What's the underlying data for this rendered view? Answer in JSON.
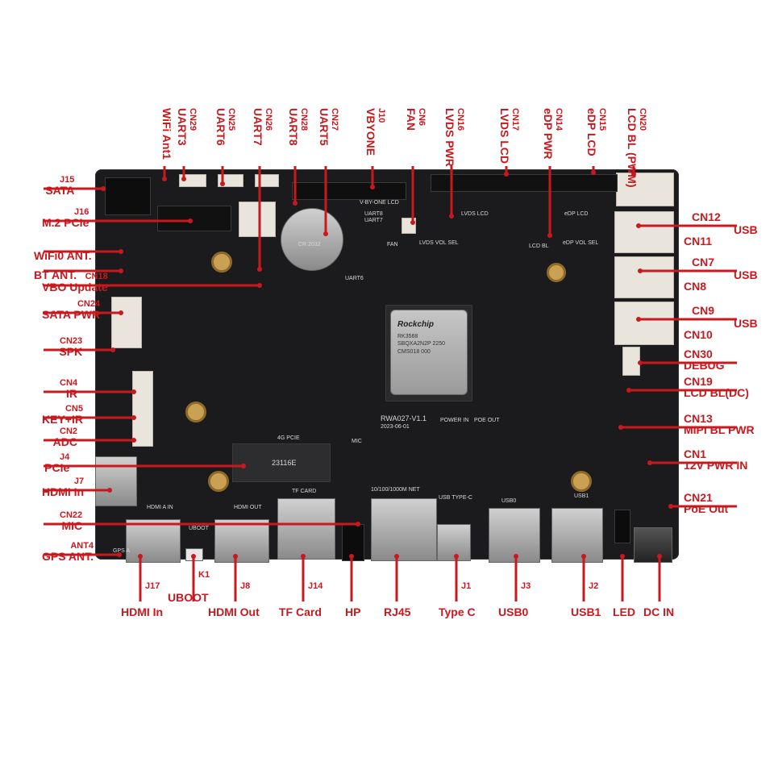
{
  "board": {
    "model": "RWA027-V1.1",
    "date": "2023-06-01",
    "soc_brand": "Rockchip",
    "soc_lines": [
      "RK3568",
      "SBQXA2N2P 2250",
      "CMS018 000"
    ],
    "silk": {
      "lvds_lcd": "LVDS LCD",
      "vbyone_lcd": "V-BY-ONE LCD",
      "lvds_vol_sel": "LVDS VOL SEL",
      "edp_lcd": "eDP LCD",
      "edp_vol_sel": "eDP VOL SEL",
      "lcd_bl": "LCD BL",
      "fan": "FAN",
      "uart8": "UART8",
      "uart7": "UART7",
      "uart6": "UART6",
      "power_in": "POWER IN",
      "poe_out": "POE OUT",
      "net": "10/100/1000M NET",
      "usb_type_c": "USB TYPE-C",
      "usb0": "USB0",
      "usb1": "USB1",
      "tf_card": "TF CARD",
      "hdmi_a_in": "HDMI A IN",
      "hdmi_out": "HDMI OUT",
      "uboot": "UBOOT",
      "pcie_4g": "4G PCIE",
      "mic": "MIC",
      "pcie_chip": "23116E",
      "battery": "CR 2032",
      "gps": "GPS A"
    }
  },
  "top_labels": [
    {
      "code": "CN29",
      "name": "UART3"
    },
    {
      "code": "CN25",
      "name": "UART6"
    },
    {
      "code": "CN26",
      "name": "UART7"
    },
    {
      "code": "CN28",
      "name": "UART8"
    },
    {
      "code": "CN27",
      "name": "UART5"
    },
    {
      "code": "J10",
      "name": "VBYONE"
    },
    {
      "code": "CN6",
      "name": "FAN"
    },
    {
      "code": "CN16",
      "name": "LVDS PWR"
    },
    {
      "code": "CN17",
      "name": "LVDS LCD"
    },
    {
      "code": "CN14",
      "name": "eDP PWR"
    },
    {
      "code": "CN15",
      "name": "eDP LCD"
    },
    {
      "code": "CN20",
      "name": "LCD BL (PWM)"
    }
  ],
  "top_extra": {
    "name": "WiFi Ant1"
  },
  "left_labels": [
    {
      "code": "J15",
      "name": "SATA"
    },
    {
      "code": "J16",
      "name": "M.2 PCIe"
    },
    {
      "code": "",
      "name": "WiFi0 ANT."
    },
    {
      "code": "",
      "name": "BT ANT."
    },
    {
      "code": "CN18",
      "name": "VBO Update"
    },
    {
      "code": "CN24",
      "name": "SATA PWR"
    },
    {
      "code": "CN23",
      "name": "SPK"
    },
    {
      "code": "CN4",
      "name": "IR"
    },
    {
      "code": "CN5",
      "name": "KEY+IR"
    },
    {
      "code": "CN2",
      "name": "ADC"
    },
    {
      "code": "J4",
      "name": "PCIe"
    },
    {
      "code": "J7",
      "name": "HDMI In"
    },
    {
      "code": "CN22",
      "name": "MIC"
    },
    {
      "code": "ANT4",
      "name": "GPS ANT."
    }
  ],
  "right_labels": [
    {
      "code": "CN12",
      "name": "USB"
    },
    {
      "code": "CN11",
      "name": ""
    },
    {
      "code": "CN7",
      "name": "USB"
    },
    {
      "code": "CN8",
      "name": ""
    },
    {
      "code": "CN9",
      "name": "USB"
    },
    {
      "code": "CN10",
      "name": ""
    },
    {
      "code": "CN30",
      "name": "DEBUG"
    },
    {
      "code": "CN19",
      "name": "LCD BL(DC)"
    },
    {
      "code": "CN13",
      "name": "MIPI BL PWR"
    },
    {
      "code": "CN1",
      "name": "12V PWR IN"
    },
    {
      "code": "CN21",
      "name": "PoE Out"
    }
  ],
  "bottom_labels": [
    {
      "code": "J17",
      "name": "HDMI In"
    },
    {
      "code": "K1",
      "name": "UBOOT"
    },
    {
      "code": "J8",
      "name": "HDMI Out"
    },
    {
      "code": "J14",
      "name": "TF Card"
    },
    {
      "code": "",
      "name": "HP"
    },
    {
      "code": "",
      "name": "RJ45"
    },
    {
      "code": "J1",
      "name": "Type C"
    },
    {
      "code": "J3",
      "name": "USB0"
    },
    {
      "code": "J2",
      "name": "USB1"
    },
    {
      "code": "",
      "name": "LED"
    },
    {
      "code": "",
      "name": "DC IN"
    }
  ],
  "colors": {
    "label": "#c8191f",
    "board": "#1b1b1d",
    "background": "#ffffff"
  }
}
